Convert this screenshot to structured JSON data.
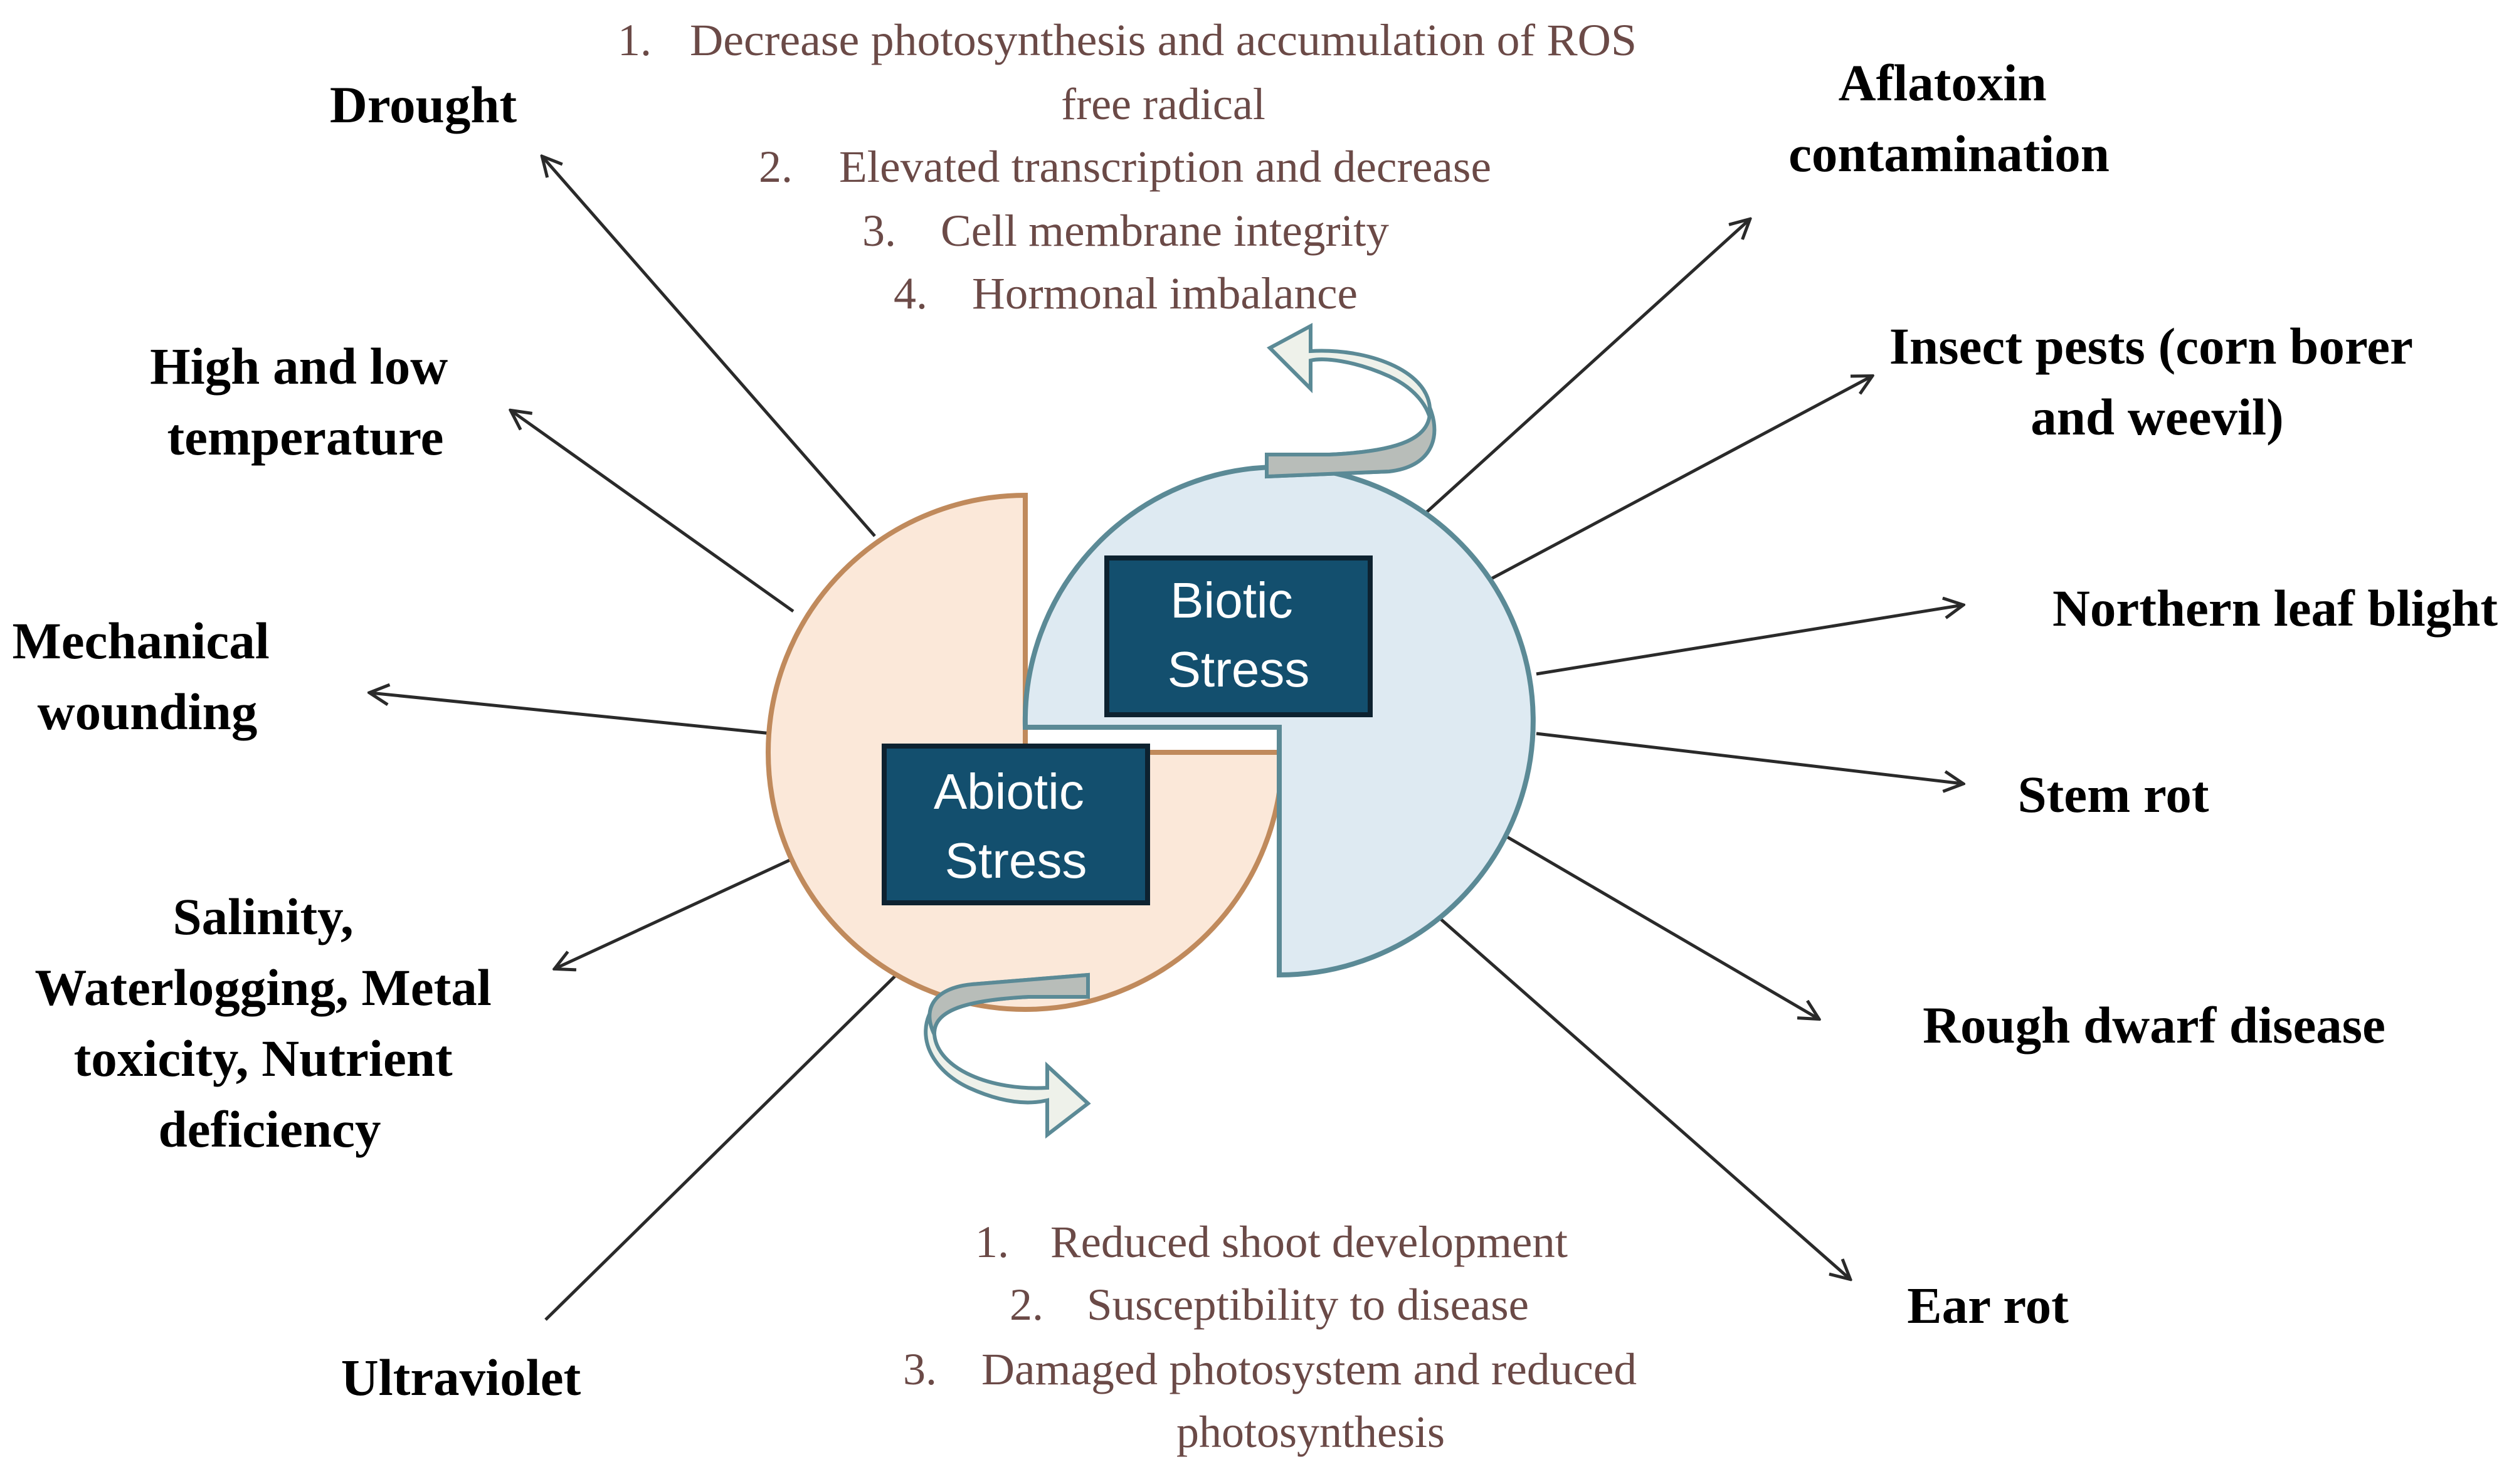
{
  "center": {
    "biotic": [
      "Biotic",
      "Stress"
    ],
    "abiotic": [
      "Abiotic",
      "Stress"
    ]
  },
  "abiotic_factors": [
    [
      "Drought"
    ],
    [
      "High and low",
      "temperature"
    ],
    [
      "Mechanical",
      "wounding"
    ],
    [
      "Salinity,",
      "Waterlogging, Metal",
      "toxicity, Nutrient",
      "deficiency"
    ],
    [
      "Ultraviolet"
    ]
  ],
  "biotic_factors": [
    [
      "Aflatoxin",
      "contamination"
    ],
    [
      "Insect pests (corn borer",
      "and weevil)"
    ],
    [
      "Northern leaf blight"
    ],
    [
      "Stem rot"
    ],
    [
      "Rough dwarf disease"
    ],
    [
      "Ear rot"
    ]
  ],
  "top_effects": [
    [
      "1.",
      "Decrease photosynthesis and accumulation of ROS"
    ],
    [
      "",
      "free radical"
    ],
    [
      "2.",
      "Elevated transcription and decrease"
    ],
    [
      "3.",
      "Cell membrane integrity"
    ],
    [
      "4.",
      "Hormonal imbalance"
    ]
  ],
  "bottom_effects": [
    [
      "1.",
      "Reduced shoot development"
    ],
    [
      "2.",
      "Susceptibility to disease"
    ],
    [
      "3.",
      "Damaged photosystem and reduced"
    ],
    [
      "",
      "photosynthesis"
    ]
  ],
  "colors": {
    "abiotic_fill": "#fbe8d9",
    "abiotic_stroke": "#c08a5c",
    "biotic_fill": "#deeaf2",
    "biotic_stroke": "#5b8a96",
    "label_box": "#134f6e",
    "effect_text": "#6b4a47"
  }
}
